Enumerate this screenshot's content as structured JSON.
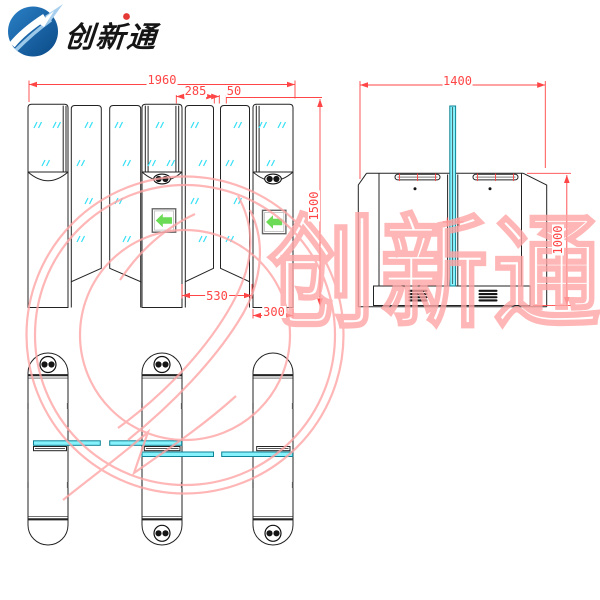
{
  "brand": {
    "name": "创新通"
  },
  "watermark": {
    "text": "创新通"
  },
  "drawing": {
    "front_view": {
      "dims": {
        "overall_width": "1960",
        "wing_width": "285",
        "wing_gap": "50",
        "total_height": "1500",
        "lane_width": "530",
        "cabinet_width": "300"
      }
    },
    "side_view": {
      "dims": {
        "cabinet_depth": "1400",
        "cabinet_height": "1000"
      }
    }
  },
  "icons": {
    "logo_mark": "swoosh-arrow-circle",
    "dome_indicator": "oval-reader-indicator",
    "plan_indicator": "twin-dot-circle",
    "lane_sign": "green-left-arrow",
    "vents": "vent-grille"
  },
  "colors": {
    "glass_cyan": "#35e0f5",
    "dimension_red": "#ff4545",
    "arrow_green": "#6bdb55",
    "watermark_pink": "#ffa4a4",
    "logo_blue": "#1a6bb0",
    "logo_dot_red": "#e53935"
  }
}
